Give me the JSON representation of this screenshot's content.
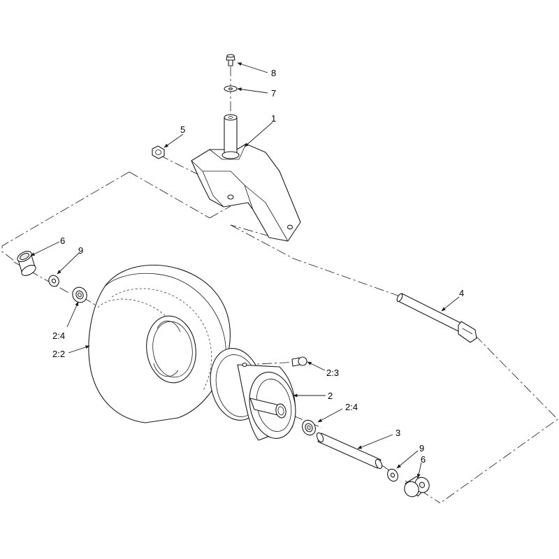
{
  "callouts": {
    "c8": "8",
    "c7": "7",
    "c1": "1",
    "c5": "5",
    "c6_left": "6",
    "c9_left": "9",
    "c4": "4",
    "c2_4_left": "2:4",
    "c2_2": "2:2",
    "c2_3": "2:3",
    "c2": "2",
    "c2_4_right": "2:4",
    "c3": "3",
    "c9_right": "9",
    "c6_right": "6"
  }
}
